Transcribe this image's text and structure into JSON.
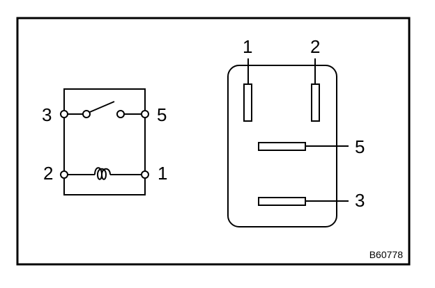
{
  "schematic": {
    "pins": {
      "top_left": "3",
      "top_right": "5",
      "bottom_left": "2",
      "bottom_right": "1"
    }
  },
  "connector": {
    "pins": {
      "top_left": "1",
      "top_right": "2",
      "middle_right": "5",
      "bottom_right": "3"
    }
  },
  "reference_code": "B60778"
}
